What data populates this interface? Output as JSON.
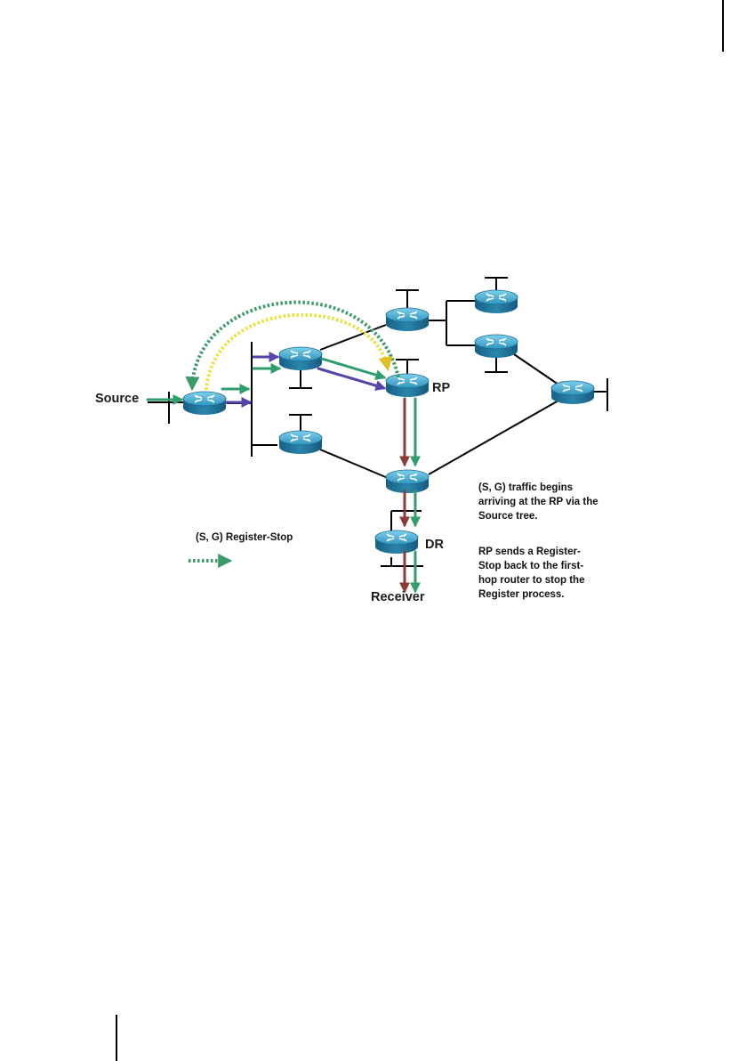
{
  "page": {
    "rule_color": "#000000"
  },
  "diagram": {
    "labels": {
      "source": "Source",
      "rp": "RP",
      "dr": "DR",
      "receiver": "Receiver",
      "legend": "(S, G) Register-Stop"
    },
    "notes": [
      [
        "(S, G) traffic begins",
        "arriving at the RP via the",
        "Source tree."
      ],
      [
        "RP sends a Register-",
        "Stop back to the first-",
        "hop router to stop the",
        "Register process."
      ]
    ],
    "colors": {
      "link": "#000000",
      "router_top": "#3aa3c9",
      "router_body": "#1f6f93",
      "register_purple": "#5544aa",
      "source_tree_green": "#2f9e6e",
      "shared_tree_brown": "#8b3a35",
      "register_stop_green": "#3a9a6a",
      "register_yellow": "#e8e23a"
    }
  }
}
